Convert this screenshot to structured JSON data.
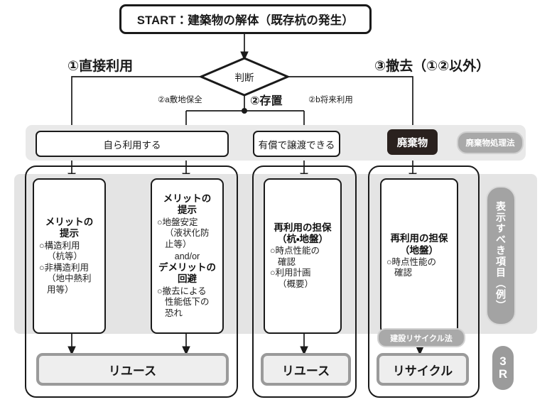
{
  "colors": {
    "ink": "#1a1a1a",
    "band_gray": "#e9e9e9",
    "panel_gray": "#e4e4e4",
    "pill_gray": "#a9a9a9",
    "waste_dark": "#2a211e",
    "outcome_border": "#9a9a9a",
    "outcome_fill": "#eeeeee"
  },
  "start": {
    "label": "START：建築物の解体（既存杭の発生）"
  },
  "decision": {
    "label": "判断"
  },
  "branches": {
    "left": "①直接利用",
    "right": "③撤去（①②以外）",
    "middle": "②存置",
    "middle_a": "②a敷地保全",
    "middle_b": "②b将来利用"
  },
  "middle_row": {
    "self_use": "自ら利用する",
    "transfer": "有償で譲渡できる",
    "waste": "廃棄物",
    "waste_law_pill": "廃棄物処理法"
  },
  "cards": [
    {
      "id": "merit-structural",
      "title": "メリットの\n提示",
      "title_lines": [
        "メリットの",
        "提示"
      ],
      "lines": [
        {
          "text": "○構造利用",
          "indent": false
        },
        {
          "text": "（杭等）",
          "indent": true
        },
        {
          "text": "○非構造利用",
          "indent": false
        },
        {
          "text": "（地中熱利",
          "indent": true
        },
        {
          "text": "用等）",
          "indent": true
        }
      ]
    },
    {
      "id": "merit-ground-demerit",
      "title_lines": [
        "メリットの",
        "提示"
      ],
      "lines": [
        {
          "text": "○地盤安定",
          "indent": false
        },
        {
          "text": "（液状化防",
          "indent": true
        },
        {
          "text": "止等）",
          "indent": true
        }
      ],
      "connector": "and/or",
      "title2_lines": [
        "デメリットの",
        "回避"
      ],
      "lines2": [
        {
          "text": "○撤去による",
          "indent": false
        },
        {
          "text": "性能低下の",
          "indent": true
        },
        {
          "text": "恐れ",
          "indent": true
        }
      ]
    },
    {
      "id": "reuse-guarantee-pile-ground",
      "title_lines": [
        "再利用の担保",
        "（杭・地盤）"
      ],
      "lines": [
        {
          "text": "○時点性能の",
          "indent": false
        },
        {
          "text": "確認",
          "indent": true
        },
        {
          "text": "○利用計画",
          "indent": false
        },
        {
          "text": "（概要）",
          "indent": true
        }
      ]
    },
    {
      "id": "reuse-guarantee-ground",
      "title_lines": [
        "再利用の担保",
        "（地盤）"
      ],
      "lines": [
        {
          "text": "○時点性能の",
          "indent": false
        },
        {
          "text": "確認",
          "indent": true
        }
      ]
    }
  ],
  "outcomes": {
    "reuse_1": "リユース",
    "reuse_2": "リユース",
    "recycle": "リサイクル"
  },
  "pills": {
    "construction_recycle_law": "建設リサイクル法",
    "side_label": "表示すべき項目（例）",
    "badge_3r_top": "3",
    "badge_3r_bottom": "R"
  }
}
